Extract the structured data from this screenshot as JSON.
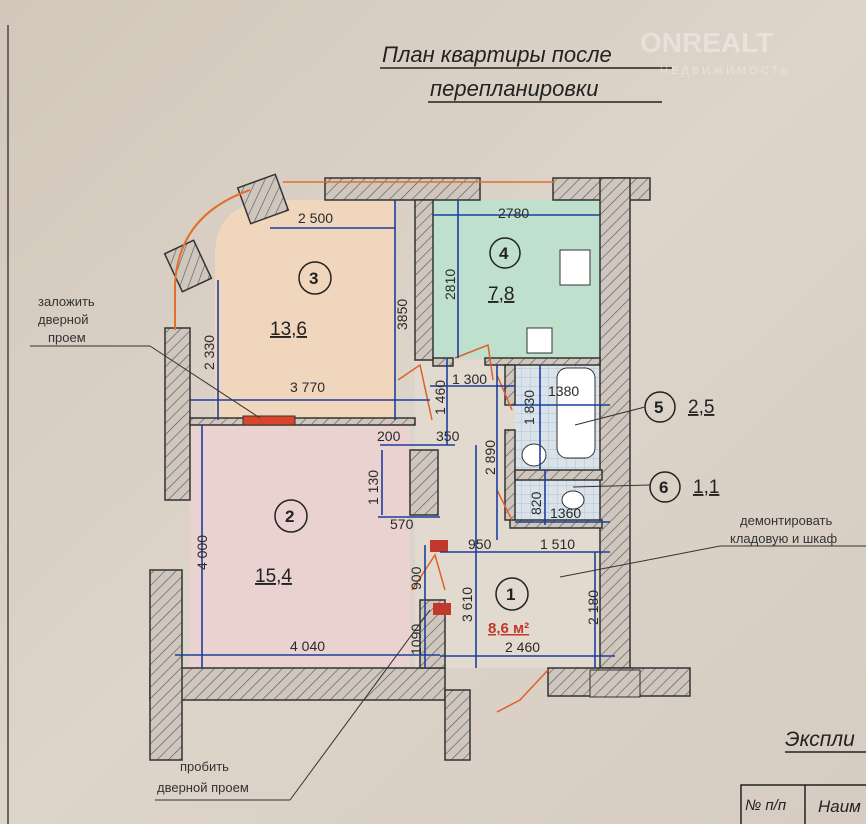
{
  "title": {
    "line1": "План  квартиры после",
    "line2": "перепланировки"
  },
  "watermark": {
    "brand": "ONREALT",
    "sub": "НЕДВИЖИМОСТЬ"
  },
  "rooms": {
    "r1": {
      "number": "1",
      "area": "8,6 м²"
    },
    "r2": {
      "number": "2",
      "area": "15,4"
    },
    "r3": {
      "number": "3",
      "area": "13,6"
    },
    "r4": {
      "number": "4",
      "area": "7,8"
    },
    "r5": {
      "number": "5",
      "area": "2,5"
    },
    "r6": {
      "number": "6",
      "area": "1,1"
    }
  },
  "dimensions": {
    "d2500": "2 500",
    "d2780": "2780",
    "d3850": "3850",
    "d2810": "2810",
    "d2330": "2 330",
    "d3770": "3 770",
    "d1300": "1 300",
    "d1380": "1380",
    "d1460": "1 460",
    "d1830": "1 830",
    "d200": "200",
    "d350": "350",
    "d2890": "2 890",
    "d1130": "1 130",
    "d820": "820",
    "d1360": "1360",
    "d570": "570",
    "d950": "950",
    "d1510": "1 510",
    "d4000": "4 000",
    "d900": "900",
    "d3610": "3 610",
    "d2180": "2 180",
    "d1090": "1090",
    "d4040": "4 040",
    "d2460": "2 460"
  },
  "notes": {
    "close_door": [
      "заложить",
      "дверной",
      "проем"
    ],
    "open_door": [
      "пробить",
      "дверной проем"
    ],
    "dismantle": [
      "демонтировать",
      "кладовую и шкаф"
    ]
  },
  "explication": {
    "title": "Экспли",
    "col_num": "№ п/п",
    "col_name": "Наим"
  },
  "colors": {
    "room3": "#f0d6bd",
    "room4": "#bfe0cc",
    "room2": "#ead2d0",
    "dim": "#1c3f9e",
    "accent": "#e0502a"
  }
}
